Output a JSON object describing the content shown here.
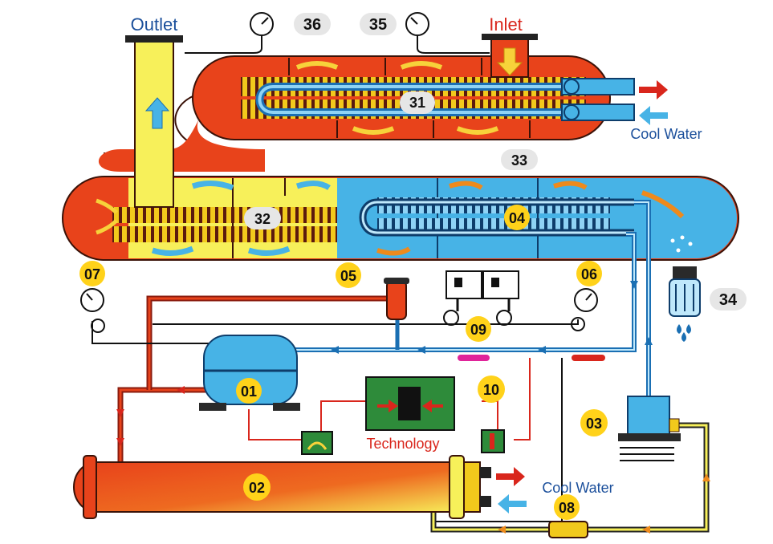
{
  "title_labels": {
    "outlet": "Outlet",
    "inlet": "Inlet",
    "cool_water_top": "Cool Water",
    "cool_water_bottom": "Cool Water",
    "technology": "Technology"
  },
  "callouts": {
    "c01": "01",
    "c02": "02",
    "c03": "03",
    "c04": "04",
    "c05": "05",
    "c06": "06",
    "c07": "07",
    "c08": "08",
    "c09": "09",
    "c10": "10",
    "c31": "31",
    "c32": "32",
    "c33": "33",
    "c34": "34",
    "c35": "35",
    "c36": "36"
  },
  "colors": {
    "red": "#e8431b",
    "dark_red": "#c1271a",
    "yellow": "#f7f05a",
    "blue": "#47b3e6",
    "dark_blue": "#1a6fb3",
    "label_blue": "#1b4f9b",
    "label_red": "#d9261c",
    "badge_yellow": "#ffd21a",
    "badge_grey": "#e6e6e6",
    "green_box": "#2e8b3a"
  },
  "icons": [
    "pressure-gauge-icon",
    "arrow-right-icon",
    "arrow-left-icon",
    "chip-icon",
    "filter-icon",
    "water-drop-icon"
  ]
}
